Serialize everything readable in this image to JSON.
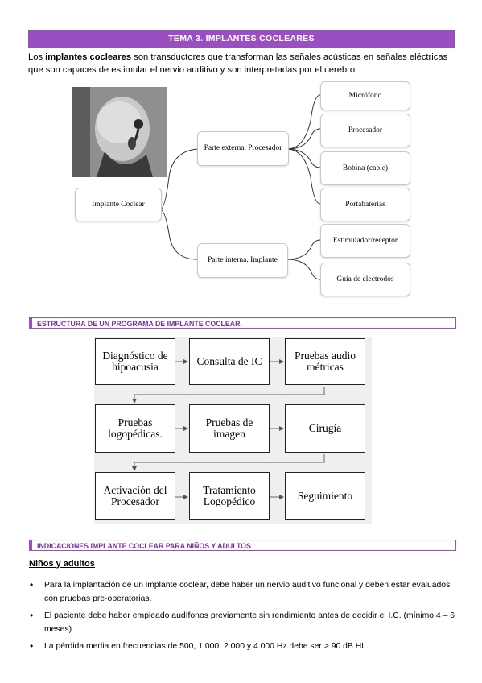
{
  "header": {
    "title": "TEMA 3. IMPLANTES COCLEARES"
  },
  "intro": {
    "lead": "Los ",
    "bold": "implantes cocleares",
    "rest": " son transductores que transforman las señales acústicas en señales eléctricas que son capaces de estimular el nervio auditivo y son interpretadas por el cerebro."
  },
  "tree": {
    "root": "Implante Coclear",
    "external": "Parte externa. Procesador",
    "internal": "Parte interna. Implante",
    "external_parts": [
      "Micrófono",
      "Procesador",
      "Bobina (cable)",
      "Portabaterías"
    ],
    "internal_parts": [
      "Estimulador/receptor",
      "Guía de electrodos"
    ]
  },
  "section1": {
    "title": "ESTRUCTURA DE UN PROGRAMA DE IMPLANTE COCLEAR."
  },
  "flow": {
    "steps": [
      "Diagnóstico de hipoacusia",
      "Consulta de IC",
      "Pruebas audio métricas",
      "Pruebas logopédicas.",
      "Pruebas de imagen",
      "Cirugía",
      "Activación del Procesador",
      "Tratamiento Logopédico",
      "Seguimiento"
    ]
  },
  "section2": {
    "title": "INDICACIONES IMPLANTE COCLEAR PARA NIÑOS Y ADULTOS"
  },
  "subheading": "Niños y adultos",
  "bullets": [
    "Para la implantación de un implante coclear, debe haber un nervio auditivo funcional y deben estar evaluados con pruebas pre-operatorias.",
    "El paciente debe haber empleado audífonos previamente sin rendimiento antes de decidir el I.C. (mínimo 4 – 6 meses).",
    "La pérdida media en frecuencias de 500, 1.000, 2.000 y 4.000 Hz debe ser > 90 dB HL."
  ],
  "bullet_glyph": "•"
}
